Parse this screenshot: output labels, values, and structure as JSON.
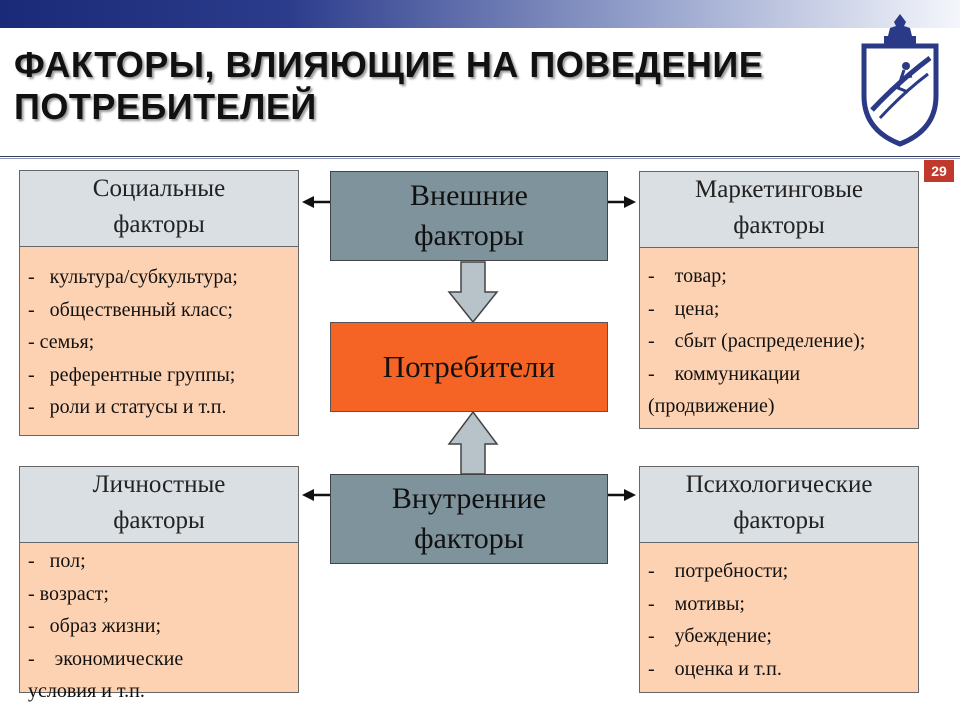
{
  "header": {
    "title": "ФАКТОРЫ, ВЛИЯЮЩИЕ НА ПОВЕДЕНИЕ ПОТРЕБИТЕЛЕЙ",
    "page_number": "29"
  },
  "colors": {
    "header_bar_start": "#1a2a78",
    "center_boxes": "#7e939b",
    "consumer_box": "#f56424",
    "factor_body": "#fdd2b2",
    "factor_head": "#dadfe3",
    "page_badge": "#c0392b"
  },
  "center": {
    "external": "Внешние факторы",
    "consumers": "Потребители",
    "internal": "Внутренние факторы"
  },
  "social": {
    "title": "Социальные факторы",
    "items": [
      "культура/субкультура;",
      "общественный класс;",
      "семья;",
      "референтные группы;",
      "роли и статусы и т.п."
    ]
  },
  "marketing": {
    "title": "Маркетинговые факторы",
    "items": [
      "товар;",
      "цена;",
      "сбыт (распределение);",
      "коммуникации (продвижение)"
    ]
  },
  "personal": {
    "title": "Личностные факторы",
    "items": [
      "пол;",
      "возраст;",
      "образ жизни;",
      "экономические условия и т.п."
    ]
  },
  "psychological": {
    "title": "Психологические факторы",
    "items": [
      "потребности;",
      "мотивы;",
      "убеждение;",
      "оценка и т.п."
    ]
  }
}
